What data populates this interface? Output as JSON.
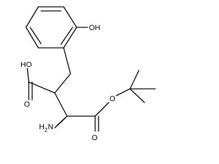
{
  "molecule": {
    "labels": {
      "hydroxyl_top": "OH",
      "acid_oh": "HO",
      "acid_o": "O",
      "ester_o": "O",
      "carbonyl_o": "O",
      "amine_main": "H",
      "amine_sub": "2",
      "amine_n": "N"
    }
  }
}
